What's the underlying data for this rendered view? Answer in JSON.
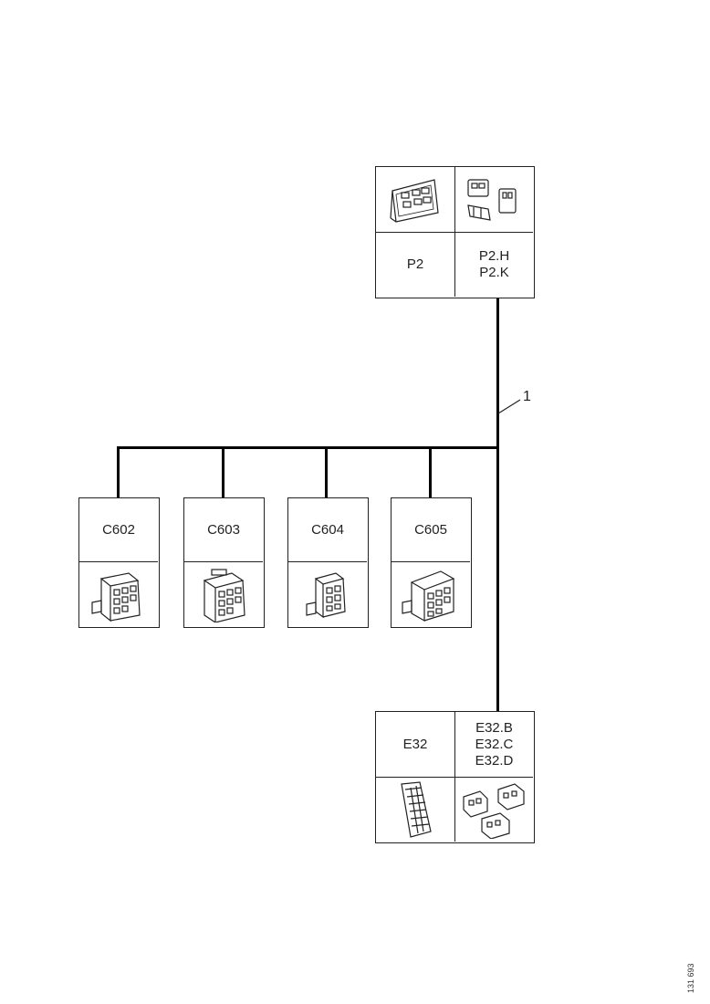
{
  "top_connector": {
    "left_label": "P2",
    "right_labels": [
      "P2.H",
      "P2.K"
    ]
  },
  "callout": "1",
  "branch_connectors": [
    "C602",
    "C603",
    "C604",
    "C605"
  ],
  "bottom_connector": {
    "left_label": "E32",
    "right_labels": [
      "E32.B",
      "E32.C",
      "E32.D"
    ]
  },
  "figure_id": "131 693"
}
